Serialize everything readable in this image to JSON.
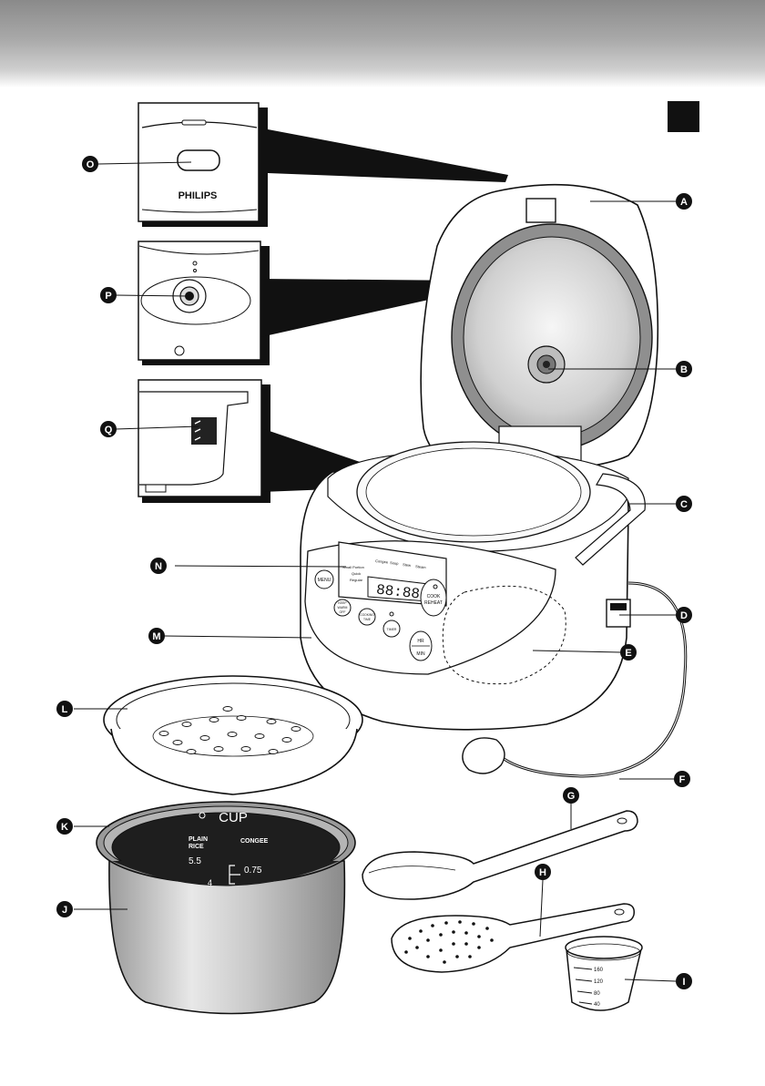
{
  "header": {},
  "lang_marker": {},
  "callouts": {
    "A": "A",
    "B": "B",
    "C": "C",
    "D": "D",
    "E": "E",
    "F": "F",
    "G": "G",
    "H": "H",
    "I": "I",
    "J": "J",
    "K": "K",
    "L": "L",
    "M": "M",
    "N": "N",
    "O": "O",
    "P": "P",
    "Q": "Q"
  },
  "lid_detail": {
    "brand": "PHILIPS"
  },
  "control_panel": {
    "display_digits": "88:88",
    "display_labels": [
      "Congee",
      "Soup",
      "Stew",
      "Steam"
    ],
    "display_side_labels": [
      "Small Portion",
      "Quick",
      "Regular"
    ],
    "menu_button": "MENU",
    "cook_reheat_button_line1": "COOK",
    "cook_reheat_button_line2": "REHEAT",
    "keep_warm_button_line1": "KEEP",
    "keep_warm_button_line2": "WARM",
    "keep_warm_button_line3": "OFF",
    "cooking_time_line1": "COOKING",
    "cooking_time_line2": "TIME",
    "timer_button": "TIMER",
    "hr_button": "HR",
    "min_button": "MIN"
  },
  "inner_pot": {
    "cup_label": "CUP",
    "plain_rice_line1": "PLAIN",
    "plain_rice_line2": "RICE",
    "congee_label": "CONGEE",
    "level_plain": "5.5",
    "level_congee": "0.75",
    "level_low": "4"
  },
  "measuring_cup": {
    "marks": [
      "160",
      "120",
      "80",
      "40"
    ]
  },
  "colors": {
    "header_top": "#8a8a8a",
    "ink": "#111111",
    "lid_grey": "#9a9a9a"
  }
}
